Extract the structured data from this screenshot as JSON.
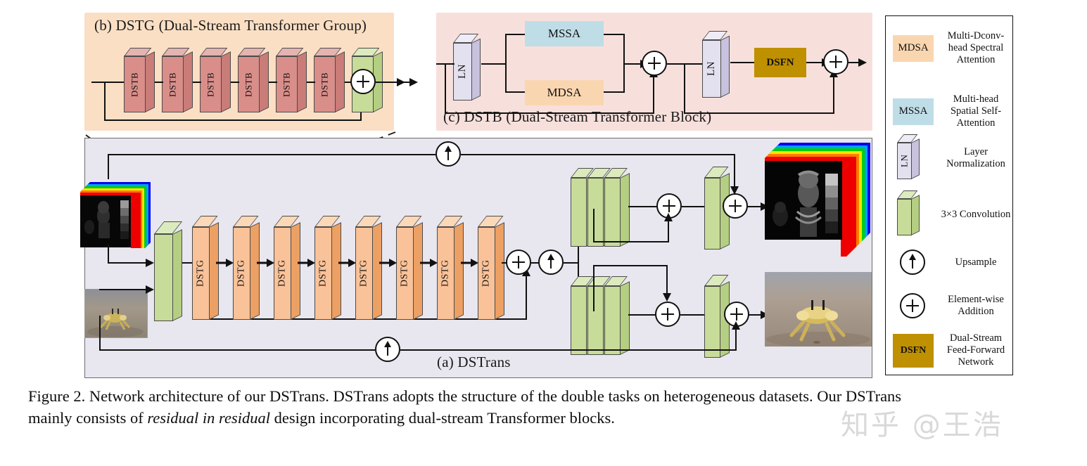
{
  "figure": {
    "panel_b_title": "(b) DSTG (Dual-Stream Transformer Group)",
    "panel_c_title": "(c) DSTB (Dual-Stream Transformer Block)",
    "panel_a_title": "(a) DSTrans",
    "caption_line1_a": "Figure 2. Network architecture of our DSTrans. DSTrans adopts the structure of the double tasks on heterogeneous datasets. Our DSTrans",
    "caption_line2_a": "mainly consists of ",
    "caption_line2_i": "residual in residual",
    "caption_line2_b": " design incorporating dual-stream Transformer blocks.",
    "watermark": "知乎 @王浩"
  },
  "panel_b": {
    "blocks": [
      {
        "label": "DSTB"
      },
      {
        "label": "DSTB"
      },
      {
        "label": "DSTB"
      },
      {
        "label": "DSTB"
      },
      {
        "label": "DSTB"
      },
      {
        "label": "DSTB"
      }
    ],
    "conv_label": "",
    "add_symbol": "+"
  },
  "panel_c": {
    "ln1_label": "LN",
    "ln2_label": "LN",
    "mssa_label": "MSSA",
    "mdsa_label": "MDSA",
    "dsfn_label": "DSFN",
    "add1_symbol": "+",
    "add2_symbol": "+"
  },
  "panel_a": {
    "dstg_blocks": [
      {
        "label": "DSTG"
      },
      {
        "label": "DSTG"
      },
      {
        "label": "DSTG"
      },
      {
        "label": "DSTG"
      },
      {
        "label": "DSTG"
      },
      {
        "label": "DSTG"
      },
      {
        "label": "DSTG"
      },
      {
        "label": "DSTG"
      }
    ],
    "add_symbol": "+",
    "up_symbol": "↑"
  },
  "legend": {
    "items": [
      {
        "chip": "MDSA",
        "chip_type": "rect",
        "color": "#fad6b0",
        "text": "Multi-Dconv-head Spectral Attention"
      },
      {
        "chip": "MSSA",
        "chip_type": "rect",
        "color": "#bfdde6",
        "text": "Multi-head Spatial Self-Attention"
      },
      {
        "chip": "LN",
        "chip_type": "slab",
        "color": "#dedaec",
        "text": "Layer Normalization"
      },
      {
        "chip": "",
        "chip_type": "slab",
        "color": "#c8dc9a",
        "text": "3×3 Convolution"
      },
      {
        "chip": "↑",
        "chip_type": "circle",
        "color": "#ffffff",
        "text": "Upsample"
      },
      {
        "chip": "+",
        "chip_type": "circle",
        "color": "#ffffff",
        "text": "Element-wise Addition"
      },
      {
        "chip": "DSFN",
        "chip_type": "rect",
        "color": "#bf9000",
        "text": "Dual-Stream Feed-Forward Network"
      }
    ]
  },
  "colors": {
    "panel_b_bg": "#fadfc4",
    "panel_c_bg": "#f7e0dc",
    "panel_a_bg": "#e8e6ef",
    "dstb": "#d98e8a",
    "dstg": "#f7b983",
    "conv": "#c8dc9a",
    "ln": "#dedaec",
    "mssa": "#bfdde6",
    "mdsa": "#fad6b0",
    "dsfn": "#bf9000",
    "wire": "#111111"
  }
}
